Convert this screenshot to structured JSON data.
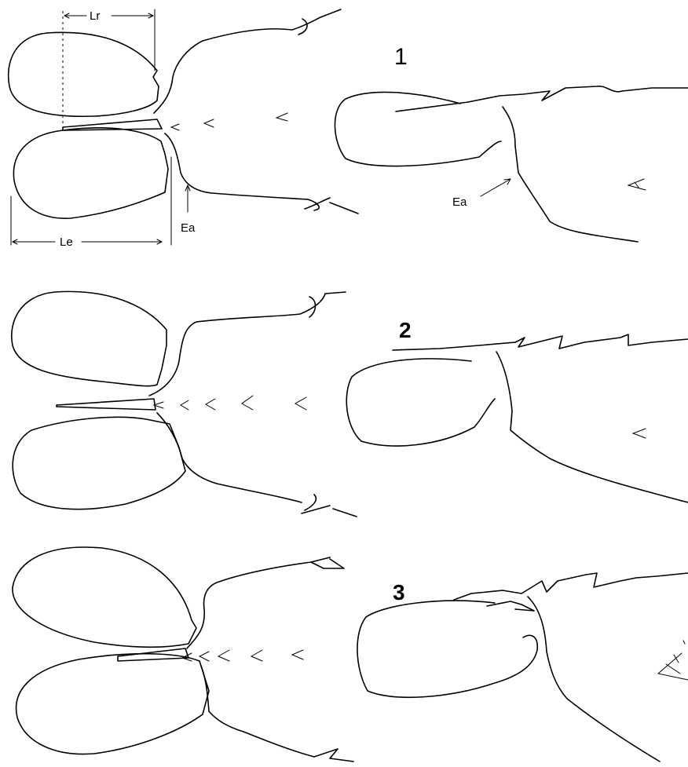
{
  "labels": {
    "lr": "Lr",
    "le": "Le",
    "ea_top": "Ea",
    "ea_side": "Ea"
  },
  "panels": [
    {
      "number": "1"
    },
    {
      "number": "2"
    },
    {
      "number": "3"
    }
  ]
}
